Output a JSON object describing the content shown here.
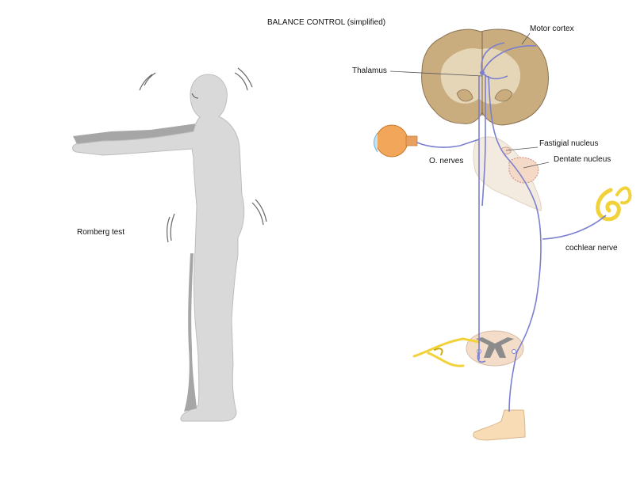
{
  "title": "BALANCE CONTROL (simplified)",
  "labels": {
    "romberg": "Romberg test",
    "motor_cortex": "Motor cortex",
    "thalamus": "Thalamus",
    "fastigial": "Fastigial nucleus",
    "dentate": "Dentate nucleus",
    "o_nerves": "O. nerves",
    "cochlear": "cochlear nerve"
  },
  "colors": {
    "pathway": "#7b7fd0",
    "brain_tissue": "#d8c6a4",
    "brain_grey": "#c9ad7f",
    "body": "#d9d9d9",
    "body_shadow": "#a6a6a6",
    "skin": "#f7dcb6",
    "cochlea": "#f3dc4f",
    "eye": "#f2a65a",
    "nerve_yellow": "#f2d23a",
    "cord_grey": "#8c8c8c"
  }
}
